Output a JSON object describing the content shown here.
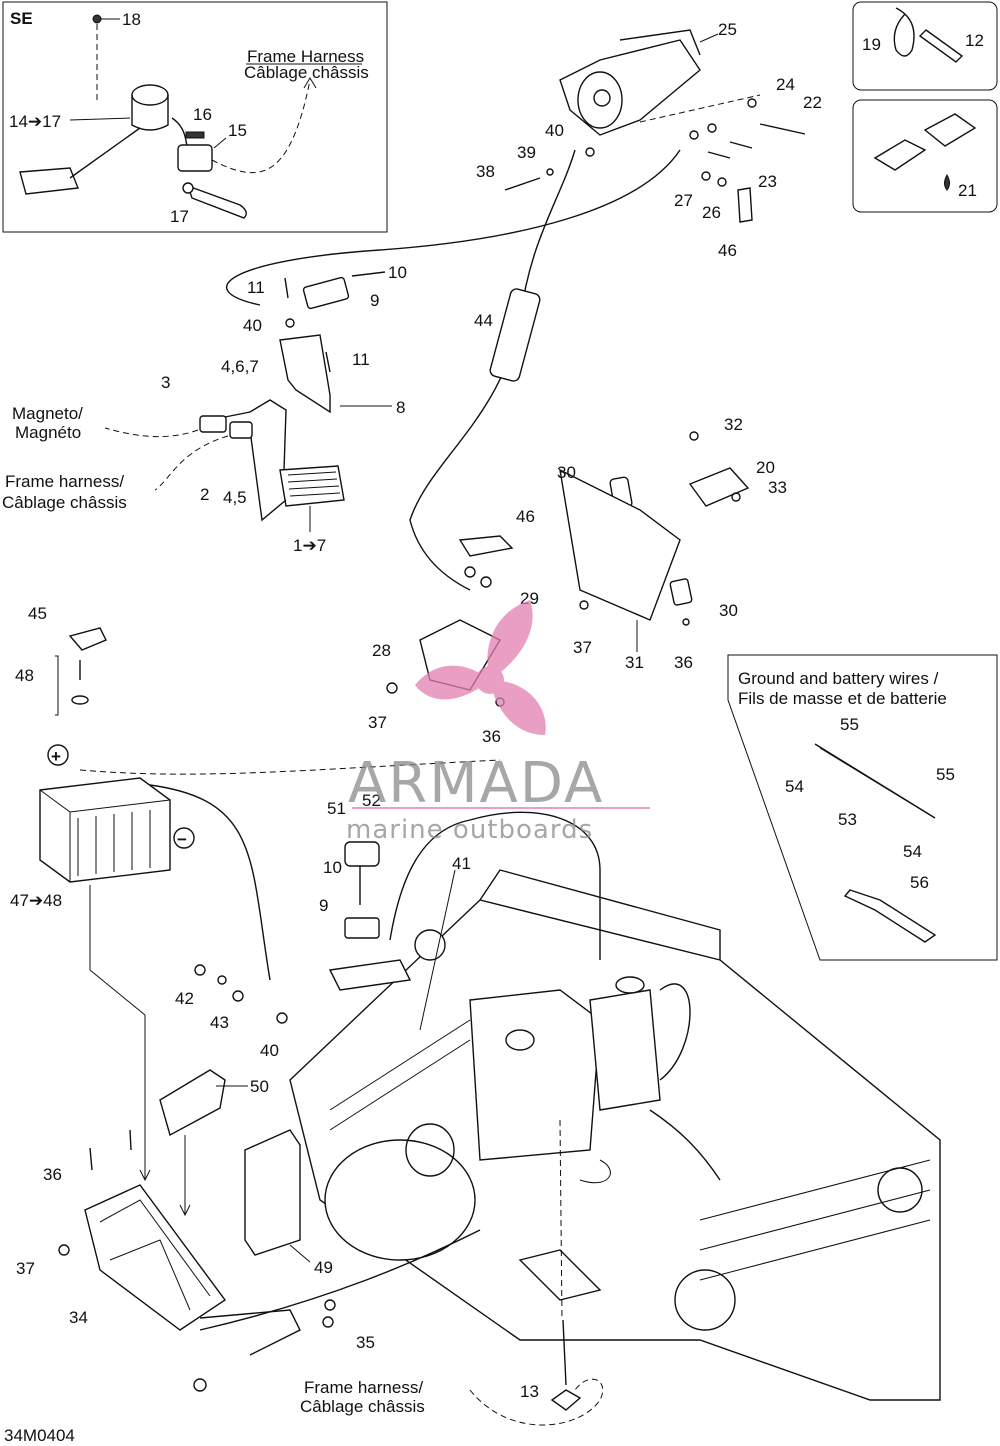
{
  "diagram_code": "34M0404",
  "inset_se": {
    "label": "SE",
    "note_line1": "Frame Harness",
    "note_line2": "Câblage châssis",
    "callouts": [
      "18",
      "14➔17",
      "16",
      "15",
      "17"
    ]
  },
  "inset_top_right": {
    "callouts": [
      "19",
      "12",
      "21"
    ]
  },
  "ground_battery_box": {
    "title_line1": "Ground and battery wires /",
    "title_line2": "Fils de masse et de batterie",
    "callouts": [
      "55",
      "54",
      "55",
      "53",
      "54",
      "56"
    ]
  },
  "labels": {
    "magneto_line1": "Magneto/",
    "magneto_line2": "Magnéto",
    "frame_harness_left_line1": "Frame harness/",
    "frame_harness_left_line2": "Câblage châssis",
    "frame_harness_bottom_line1": "Frame harness/",
    "frame_harness_bottom_line2": "Câblage châssis",
    "battery_plus": "+",
    "battery_minus": "−"
  },
  "callouts": {
    "c25": "25",
    "c24": "24",
    "c22": "22",
    "c40a": "40",
    "c39": "39",
    "c38": "38",
    "c23": "23",
    "c27": "27",
    "c26": "26",
    "c46a": "46",
    "c11a": "11",
    "c10a": "10",
    "c9a": "9",
    "c40b": "40",
    "c11b": "11",
    "c8": "8",
    "c3": "3",
    "c467": "4,6,7",
    "c2": "2",
    "c45": "4,5",
    "c17": "1➔7",
    "c44": "44",
    "c32": "32",
    "c20": "20",
    "c33": "33",
    "c30a": "30",
    "c46b": "46",
    "c29": "29",
    "c30b": "30",
    "c37a": "37",
    "c31": "31",
    "c36a": "36",
    "c45b": "45",
    "c48": "48",
    "c28": "28",
    "c37b": "37",
    "c36b": "36",
    "c51": "51",
    "c52": "52",
    "c10b": "10",
    "c9b": "9",
    "c41": "41",
    "c4748": "47➔48",
    "c42": "42",
    "c43": "43",
    "c40c": "40",
    "c50": "50",
    "c36c": "36",
    "c37c": "37",
    "c34": "34",
    "c49": "49",
    "c35": "35",
    "c13": "13"
  },
  "watermark": {
    "brand": "ARMADA",
    "tagline": "marine outboards",
    "brand_color": "#e27fb0",
    "text_color": "#8a8a8a"
  }
}
